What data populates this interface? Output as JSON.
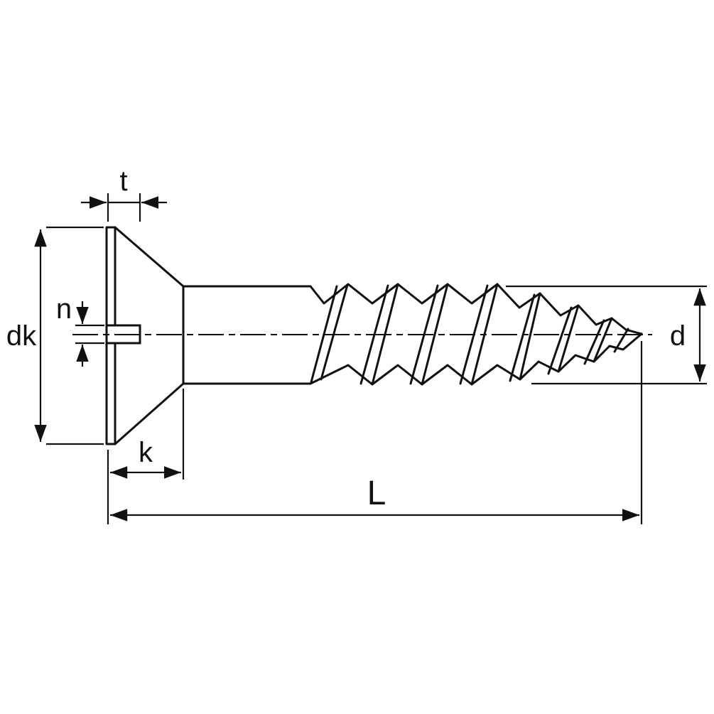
{
  "page": {
    "background_color": "#ffffff",
    "stroke_color": "#111111"
  },
  "drawing": {
    "labels": {
      "t": "t",
      "dk": "dk",
      "n": "n",
      "k": "k",
      "d": "d",
      "L": "L"
    }
  }
}
